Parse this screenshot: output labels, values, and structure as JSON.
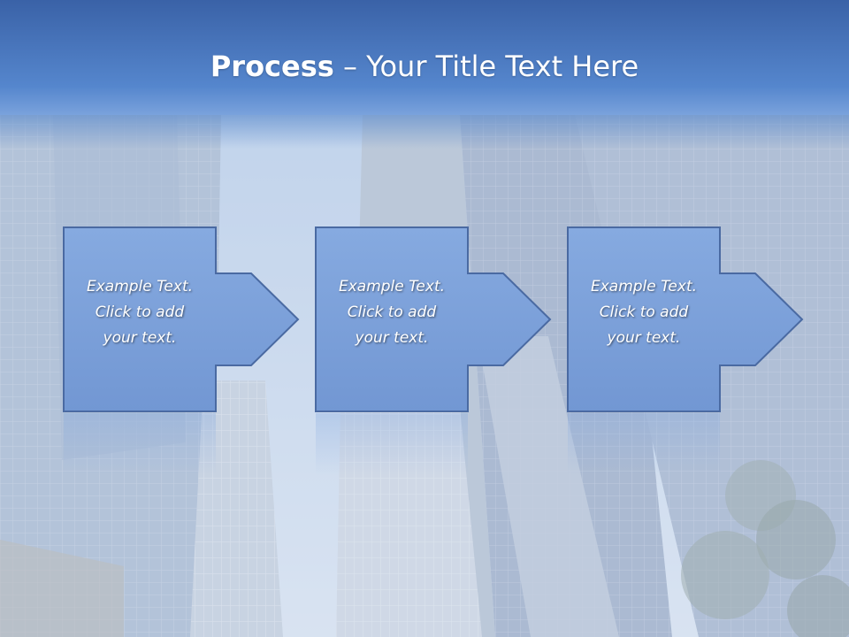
{
  "title": {
    "bold": "Process",
    "rest": " – Your Title Text Here"
  },
  "steps": [
    {
      "line1": "Example Text.",
      "line2": "Click  to add",
      "line3": "your text."
    },
    {
      "line1": "Example Text.",
      "line2": "Click  to add",
      "line3": "your text."
    },
    {
      "line1": "Example Text.",
      "line2": "Click  to add",
      "line3": "your text."
    }
  ],
  "colors": {
    "header_top": "#3a62a7",
    "header_bottom": "#5c8cd0",
    "box_fill": "#7ea2dc",
    "box_stroke": "#4a6aa2"
  }
}
